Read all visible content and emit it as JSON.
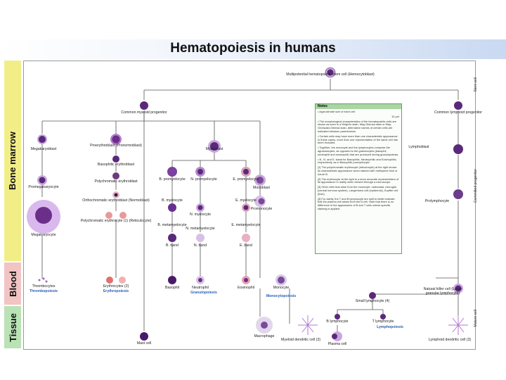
{
  "title": "Hematopoiesis in humans",
  "side_bands": {
    "bone_marrow": "Bone marrow",
    "blood": "Blood",
    "tissue": "Tissue"
  },
  "right_labels": {
    "stem_cell": "Stem cell",
    "committed_progenitor": "Committed progenitor",
    "mature_cell": "Mature cell"
  },
  "cells": {
    "stem": "Multipotential hematopoietic stem cell (Hemocytoblast)",
    "myeloid": "Common myeloid progenitor",
    "lymphoid": "Common lymphoid progenitor",
    "megakaryoblast": "Megakaryoblast",
    "promegakaryocyte": "Promegakaryocyte",
    "megakaryocyte": "Megakaryocyte",
    "proerythroblast": "Proerythroblast (Pronormoblast)",
    "basophilic": "Basophilic erythroblast",
    "polychromatic": "Polychromatic erythroblast",
    "orthochromatic": "Orthochromatic erythroblast (Normoblast)",
    "reticulocyte": "Polychromatic erythrocyte (1) (Reticulocyte)",
    "myeloblast": "Myeloblast",
    "b_promyelocyte": "B. promyelocyte",
    "n_promyelocyte": "N. promyelocyte",
    "e_promyelocyte": "E. promyelocyte",
    "b_myelocyte": "B. myelocyte",
    "n_myelocyte": "N. myelocyte",
    "e_myelocyte": "E. myelocyte",
    "b_metamyelocyte": "B. metamyelocyte",
    "n_metamyelocyte": "N. metamyelocyte",
    "e_metamyelocyte": "E. metamyelocyte",
    "b_band": "B. band",
    "n_band": "N. band",
    "e_band": "E. band",
    "monoblast": "Monoblast",
    "promonocyte": "Promonocyte",
    "lymphoblast": "Lymphoblast",
    "prolymphocyte": "Prolymphocyte",
    "thrombocytes": "Thrombocytes",
    "erythrocytes": "Erythrocytes (2)",
    "basophil": "Basophil",
    "neutrophil": "Neutrophil",
    "eosinophil": "Eosinophil",
    "monocyte": "Monocyte",
    "nk": "Natural killer cell (Large granular lymphocyte)",
    "small_lymph": "Small lymphocyte (4)",
    "t_lymph": "T lymphocyte",
    "b_lymph": "B lymphocyte",
    "mast": "Mast cell",
    "macrophage": "Macrophage",
    "myeloid_dc": "Myeloid dendritic cell (3)",
    "plasma": "Plasma cell",
    "lymphoid_dc": "Lymphoid dendritic cell (3)"
  },
  "processes": {
    "thrombopoiesis": "Thrombopoiesis",
    "erythropoiesis": "Erythropoiesis",
    "granulopoiesis": "Granulopoiesis",
    "monocytopoiesis": "Monocytopoiesis",
    "lymphopoiesis": "Lymphopoiesis"
  },
  "notes": {
    "heading": "Notes",
    "scale": "10 µm",
    "lines": [
      "• Approximate size of each cell:",
      "• The morphological characteristics of the hematopoietic cells are shown as seen in a Wright's stain, May-Giemsa stain or May-Grünwald-Giemsa stain. Alternative names of certain cells are indicated between parentheses.",
      "• Certain cells may have more than one characteristic appearance. In these cases, more than one representation of the same cell has been included.",
      "• Together, the monocyte and the lymphocytes comprise the agranulocytes, as opposed to the granulocytes (basophil, neutrophil and eosinophil) that are produced during granulopoiesis.",
      "• B., N. and E. stand for Basophilic, Neutrophilic and Eosinophilic, respectively, as in Basophilic promyelocyte.",
      "[1] The polychromatic erythrocyte (reticulocyte) at the right shows its characteristic appearance when stained with methylene blue or Azure B.",
      "[2] The erythrocyte at the right is a more accurate representation of its appearance in reality when viewed through a microscope.",
      "[3] Other cells that arise from the monocyte: osteoclast, microglia (central nervous system), Langerhans cell (epidermis), Kupffer cell (liver).",
      "[4] For clarity, the T and B lymphocyte are split to better indicate that the plasma cell arises from the B cell. Note that there is no difference in the appearance of B and T cells unless specific staining is applied."
    ]
  },
  "colors": {
    "band_bone": "#f2ee87",
    "band_blood": "#f2c4c4",
    "band_tissue": "#b9e2b5",
    "process_label": "#2a5fb5",
    "cell_nucleus": "#5a2a7a",
    "cell_cytoplasm": "#c9a7de",
    "rbc": "#e89a9a"
  }
}
